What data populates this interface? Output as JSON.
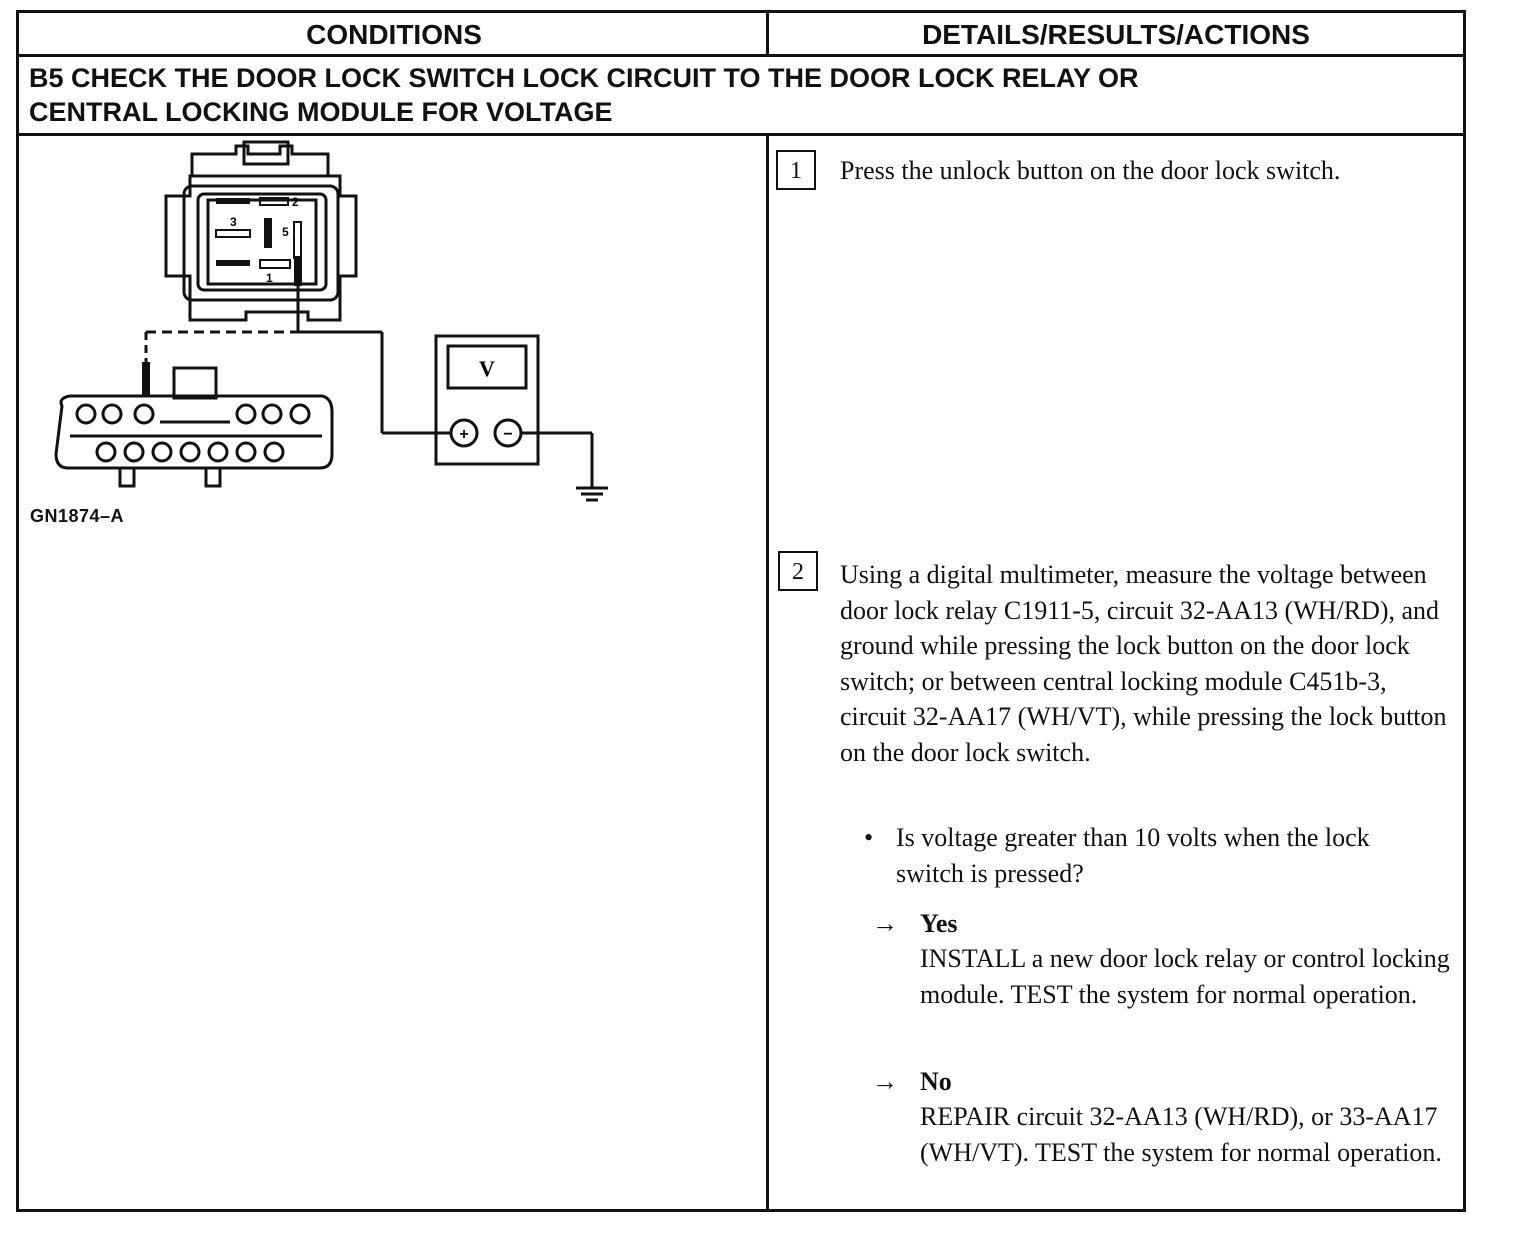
{
  "header": {
    "left": "CONDITIONS",
    "right": "DETAILS/RESULTS/ACTIONS"
  },
  "title": {
    "line1": "B5   CHECK THE DOOR LOCK SWITCH LOCK CIRCUIT TO THE DOOR LOCK RELAY OR",
    "line2": "CENTRAL LOCKING MODULE FOR VOLTAGE"
  },
  "diagram": {
    "figure_id": "GN1874–A",
    "meter_label": "V",
    "plus": "+",
    "minus": "−",
    "pins": [
      "2",
      "3",
      "5",
      "1"
    ]
  },
  "steps": [
    {
      "num": "1",
      "text": "Press the unlock button on the door lock switch."
    },
    {
      "num": "2",
      "text": "Using a digital multimeter, measure the voltage between door lock relay C1911-5, circuit 32-AA13 (WH/RD), and ground while pressing the lock button on the door lock switch; or between central locking module C451b-3, circuit 32-AA17 (WH/VT), while pressing the lock button on the door lock switch."
    }
  ],
  "question": {
    "bullet": "•",
    "text": "Is voltage greater than 10 volts when the lock switch is pressed?"
  },
  "yes": {
    "arrow": "→",
    "label": "Yes",
    "text": "INSTALL a new door lock relay or control locking module. TEST the system for normal operation."
  },
  "no": {
    "arrow": "→",
    "label": "No",
    "text": "REPAIR circuit 32-AA13 (WH/RD), or 33-AA17 (WH/VT). TEST the system for normal operation."
  }
}
